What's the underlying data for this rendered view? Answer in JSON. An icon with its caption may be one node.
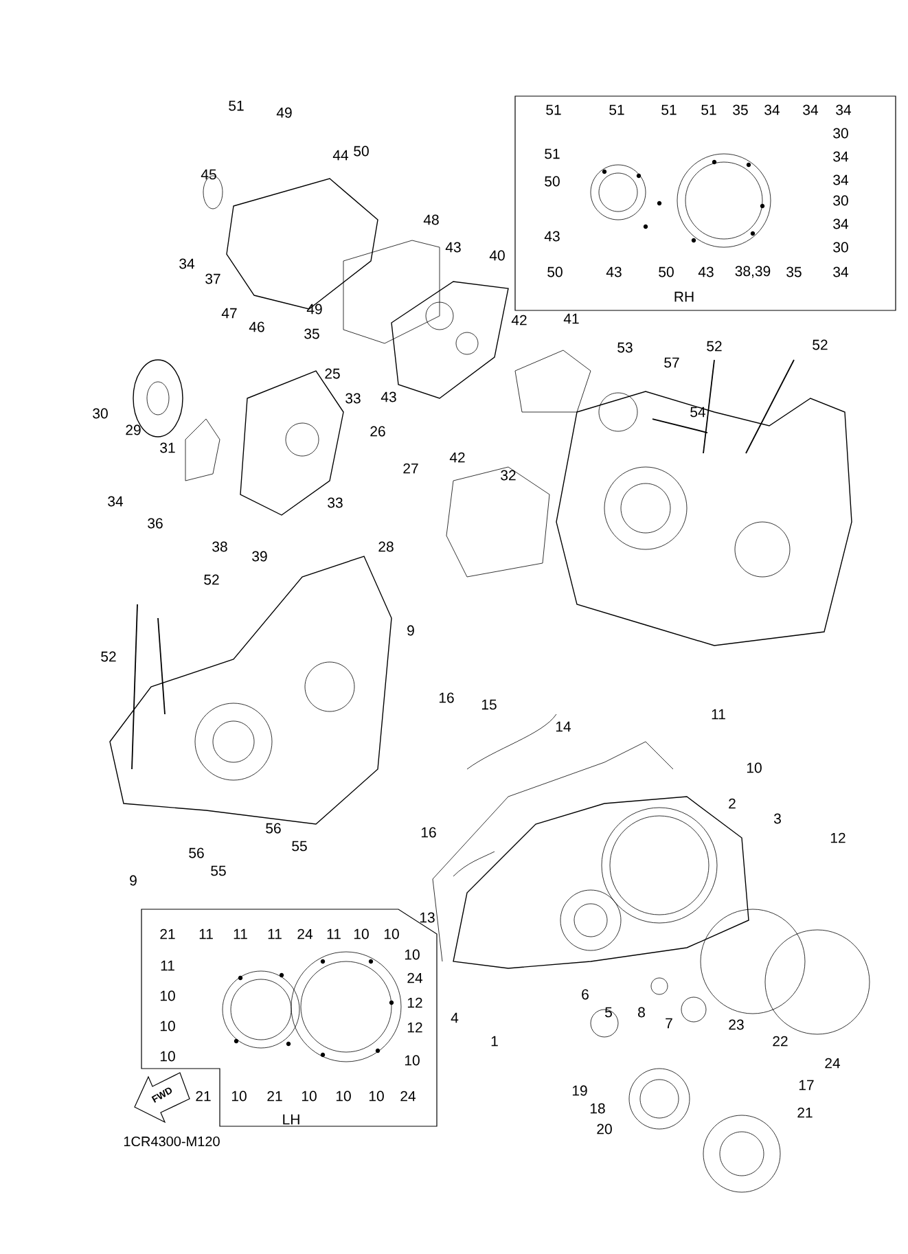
{
  "diagram": {
    "labels": [
      "51",
      "49",
      "44",
      "50",
      "45",
      "48",
      "43",
      "40",
      "34",
      "37",
      "47",
      "46",
      "49",
      "35",
      "42",
      "41",
      "53",
      "52",
      "52",
      "57",
      "25",
      "30",
      "29",
      "33",
      "43",
      "54",
      "26",
      "31",
      "42",
      "27",
      "32",
      "34",
      "33",
      "36",
      "38",
      "28",
      "39",
      "52",
      "9",
      "52",
      "16",
      "15",
      "11",
      "14",
      "10",
      "2",
      "3",
      "56",
      "16",
      "12",
      "55",
      "56",
      "55",
      "9",
      "13",
      "6",
      "4",
      "5",
      "8",
      "7",
      "23",
      "1",
      "22",
      "24",
      "17",
      "19",
      "18",
      "21",
      "20",
      "51",
      "51",
      "51",
      "51",
      "35",
      "34",
      "34",
      "34",
      "30",
      "51",
      "34",
      "50",
      "34",
      "30",
      "34",
      "43",
      "30",
      "50",
      "43",
      "50",
      "43",
      "38,39",
      "35",
      "34",
      "RH",
      "21",
      "11",
      "11",
      "11",
      "24",
      "11",
      "10",
      "10",
      "10",
      "11",
      "24",
      "10",
      "12",
      "10",
      "12",
      "10",
      "10",
      "21",
      "10",
      "21",
      "10",
      "10",
      "10",
      "24",
      "LH",
      "FWD",
      "1CR4300-M120"
    ]
  }
}
